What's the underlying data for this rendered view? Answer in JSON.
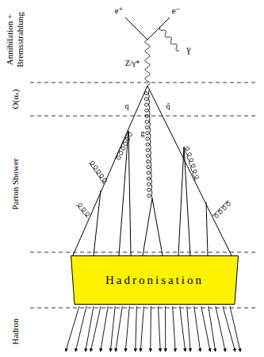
{
  "diagram": {
    "nodes": [
      {
        "text": [
          "Hadronisation"
        ]
      }
    ],
    "labels": [
      "Annihilation + Bremsstrahlung",
      "e⁺",
      "e⁻",
      "γ",
      "Z/γ*",
      "O(αₛ)",
      "q",
      "q̄",
      "g",
      "Parton Shower",
      "Hadron"
    ]
  }
}
